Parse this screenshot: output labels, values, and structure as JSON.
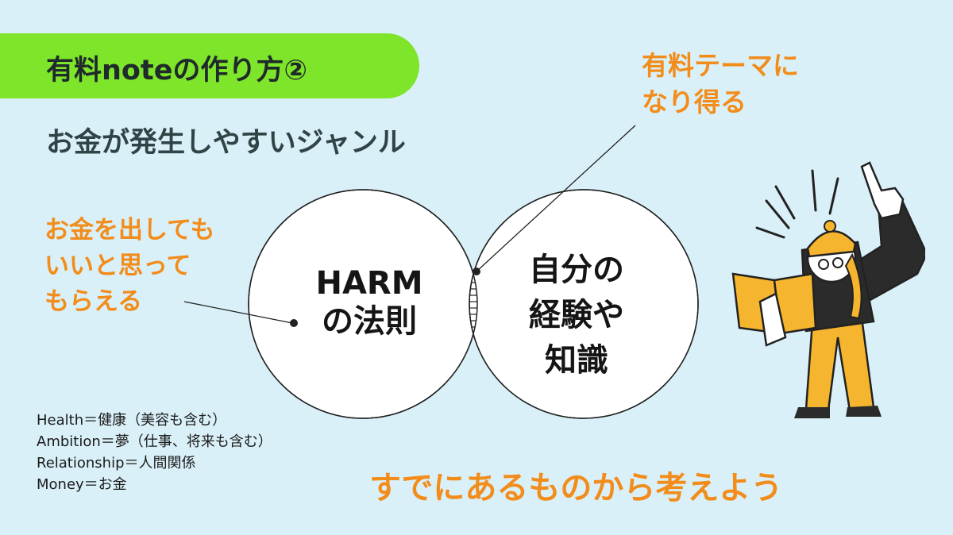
{
  "title": "有料noteの作り方②",
  "subtitle": "お金が発生しやすいジャンル",
  "note_top": [
    "有料テーマに",
    "なり得る"
  ],
  "note_left": [
    "お金を出しても",
    "いいと思って",
    "もらえる"
  ],
  "circle_left": [
    "HARM",
    "の法則"
  ],
  "circle_right": [
    "自分の",
    "経験や",
    "知識"
  ],
  "definitions": [
    "Health＝健康（美容も含む）",
    "Ambition＝夢（仕事、将来も含む）",
    "Relationship＝人間関係",
    "Money＝お金"
  ],
  "bottom_message": "すでにあるものから考えよう",
  "colors": {
    "background": "#daf0f8",
    "accent_green": "#7fe52a",
    "accent_orange": "#f28c1b",
    "book_yellow": "#f6b52e"
  },
  "icons": [
    "person-pointing-up-with-book-illustration"
  ]
}
